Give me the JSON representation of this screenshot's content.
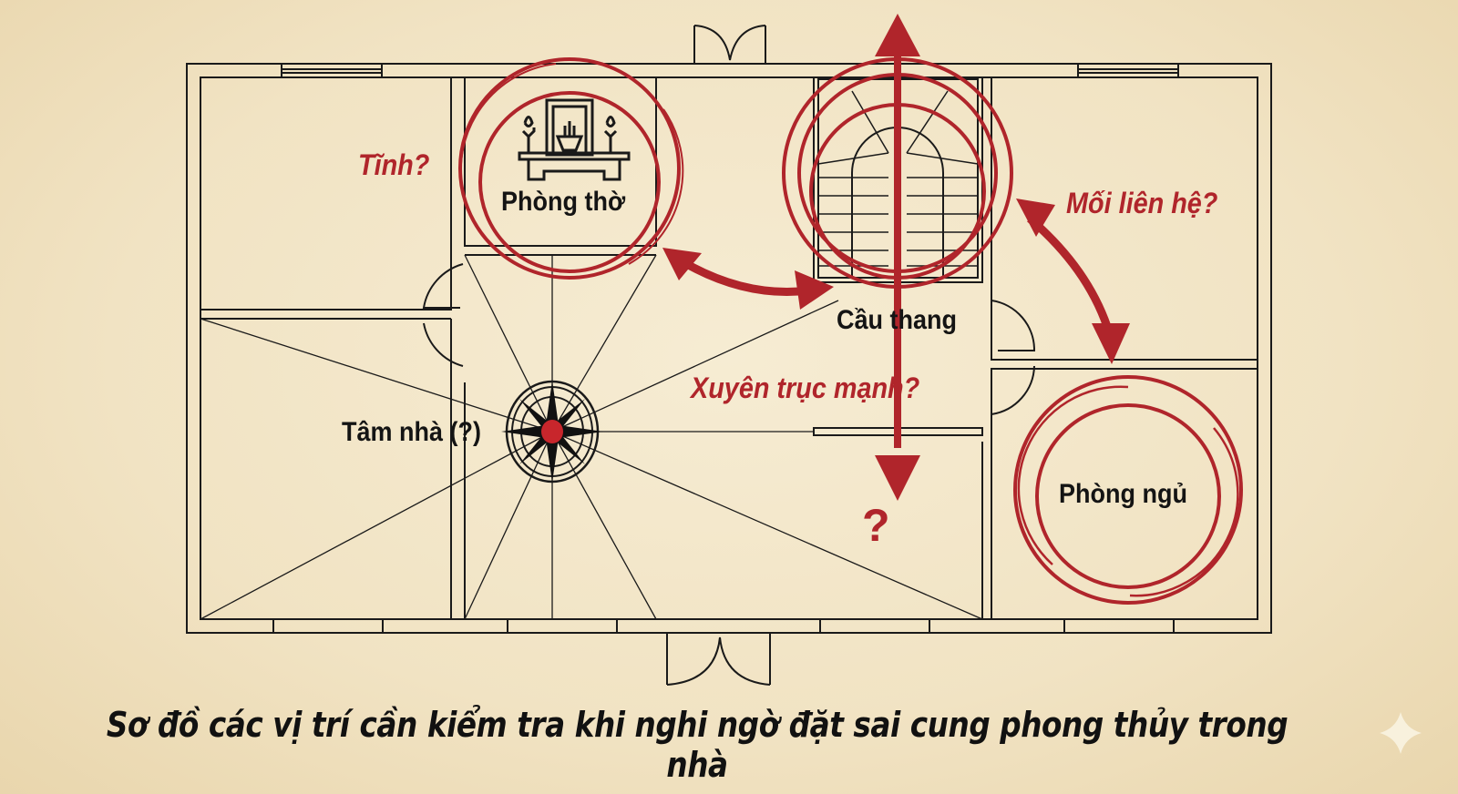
{
  "labels": {
    "altar_room": "Phòng thờ",
    "staircase": "Cầu thang",
    "house_center": "Tâm nhà (?)",
    "bedroom": "Phòng ngủ"
  },
  "annotations": {
    "calm": "Tĩnh?",
    "relationship": "Mối liên hệ?",
    "strong_axis": "Xuyên trục mạnh?",
    "unknown": "?"
  },
  "caption": "Sơ đồ các vị trí cần kiểm tra khi nghi ngờ đặt sai cung phong thủy trong nhà",
  "colors": {
    "accent_red": "#b0252b",
    "ink": "#141414",
    "paper": "#f3e7c9"
  },
  "icons": [
    "altar-icon",
    "compass-rose-icon",
    "staircase-icon",
    "sparkle-icon"
  ]
}
